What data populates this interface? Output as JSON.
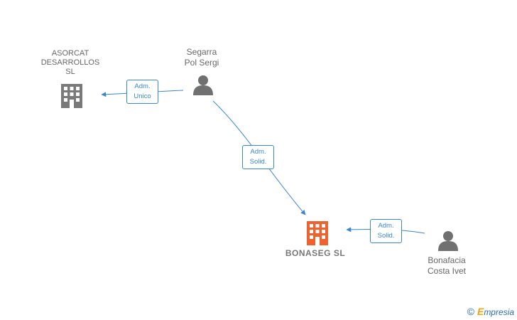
{
  "nodes": {
    "asorcat": {
      "name_lines": [
        "ASORCAT",
        "DESARROLLOS",
        "SL"
      ],
      "type": "company"
    },
    "segarra": {
      "name_lines": [
        "Segarra",
        "Pol Sergi"
      ],
      "type": "person"
    },
    "bonaseg": {
      "name": "BONASEG  SL",
      "type": "company",
      "highlight": true
    },
    "bonafacia": {
      "name_lines": [
        "Bonafacia",
        "Costa Ivet"
      ],
      "type": "person"
    }
  },
  "relations": [
    {
      "from": "segarra",
      "to": "asorcat",
      "label_lines": [
        "Adm.",
        "Unico"
      ]
    },
    {
      "from": "segarra",
      "to": "bonaseg",
      "label_lines": [
        "Adm.",
        "Solid."
      ]
    },
    {
      "from": "bonafacia",
      "to": "bonaseg",
      "label_lines": [
        "Adm.",
        "Solid."
      ]
    }
  ],
  "colors": {
    "edge": "#3a86d4",
    "company_icon": "#7a7a7a",
    "main_company_icon": "#f0622d",
    "person_icon": "#707070"
  },
  "footer": {
    "copyright": "©",
    "brand_initial": "E",
    "brand_rest": "mpresia"
  }
}
